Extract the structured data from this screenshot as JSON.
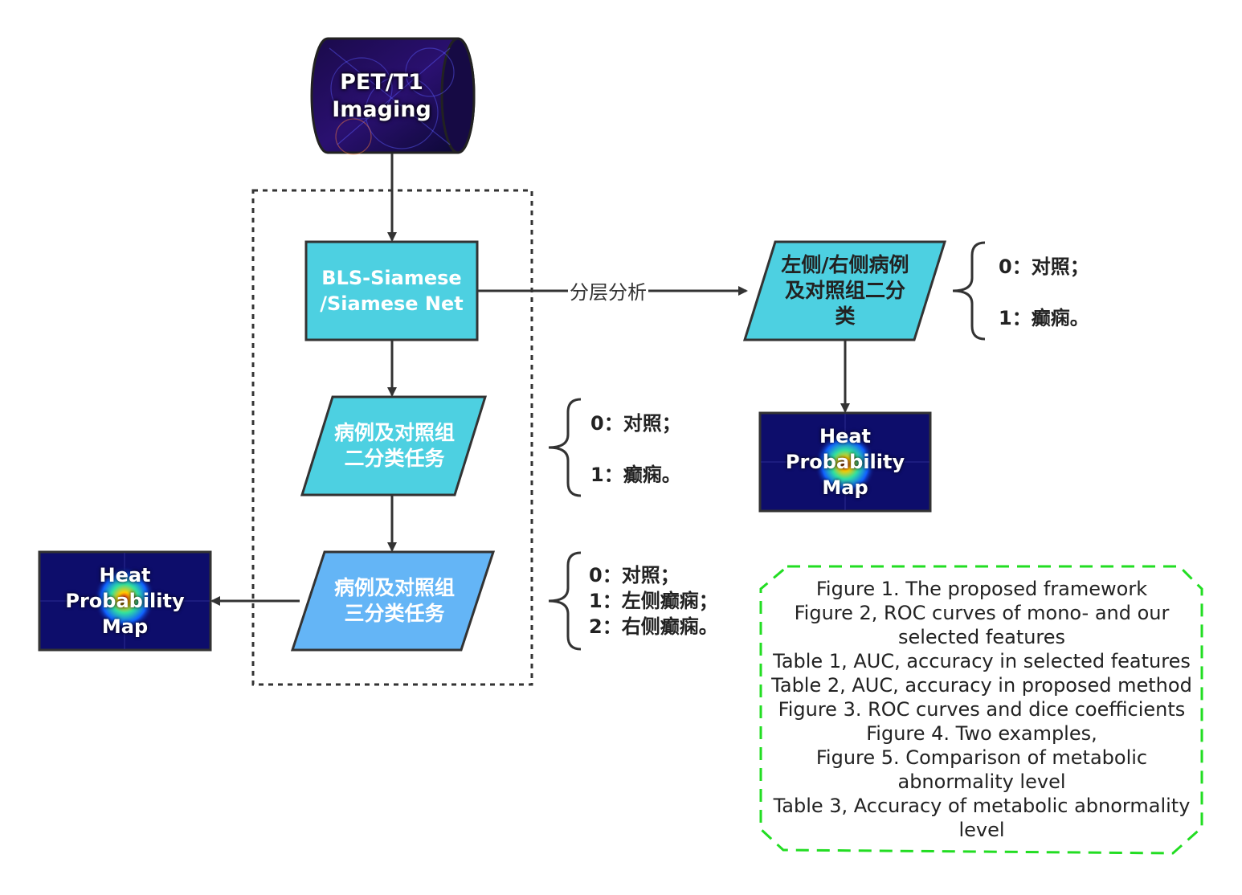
{
  "nodes": {
    "imaging": [
      "PET/T1",
      "Imaging"
    ],
    "model": [
      "BLS-Siamese",
      "/Siamese Net"
    ],
    "binary_task": [
      "病例及对照组",
      "二分类任务"
    ],
    "ternary_task": [
      "病例及对照组",
      "三分类任务"
    ],
    "side_task": [
      "左侧/右侧病例",
      "及对照组二分",
      "类"
    ],
    "heatmap_right": [
      "Heat",
      "Probability",
      "Map"
    ],
    "heatmap_left": [
      "Heat",
      "Probability",
      "Map"
    ]
  },
  "edge_label": "分层分析",
  "legends": {
    "side": [
      "0：对照；",
      "1：癫痫。"
    ],
    "binary": [
      "0：对照；",
      "1：癫痫。"
    ],
    "ternary": [
      "0：对照；",
      "1：左侧癫痫；",
      "2：右侧癫痫。"
    ]
  },
  "notes": [
    "Figure 1. The proposed framework",
    "Figure 2, ROC curves of mono- and our",
    "selected features",
    "Table 1, AUC, accuracy in selected features",
    "Table 2, AUC, accuracy in proposed method",
    "Figure 3. ROC curves and dice coefficients",
    "Figure 4. Two examples,",
    "Figure 5. Comparison of metabolic",
    "abnormality level",
    "Table 3, Accuracy of metabolic abnormality",
    "level"
  ],
  "colors": {
    "cyan": "#4dd0e1",
    "blue": "#64b5f6",
    "stroke": "#333333",
    "heat_bg": "#0d0d6b",
    "notes_border": "#22dd22"
  }
}
